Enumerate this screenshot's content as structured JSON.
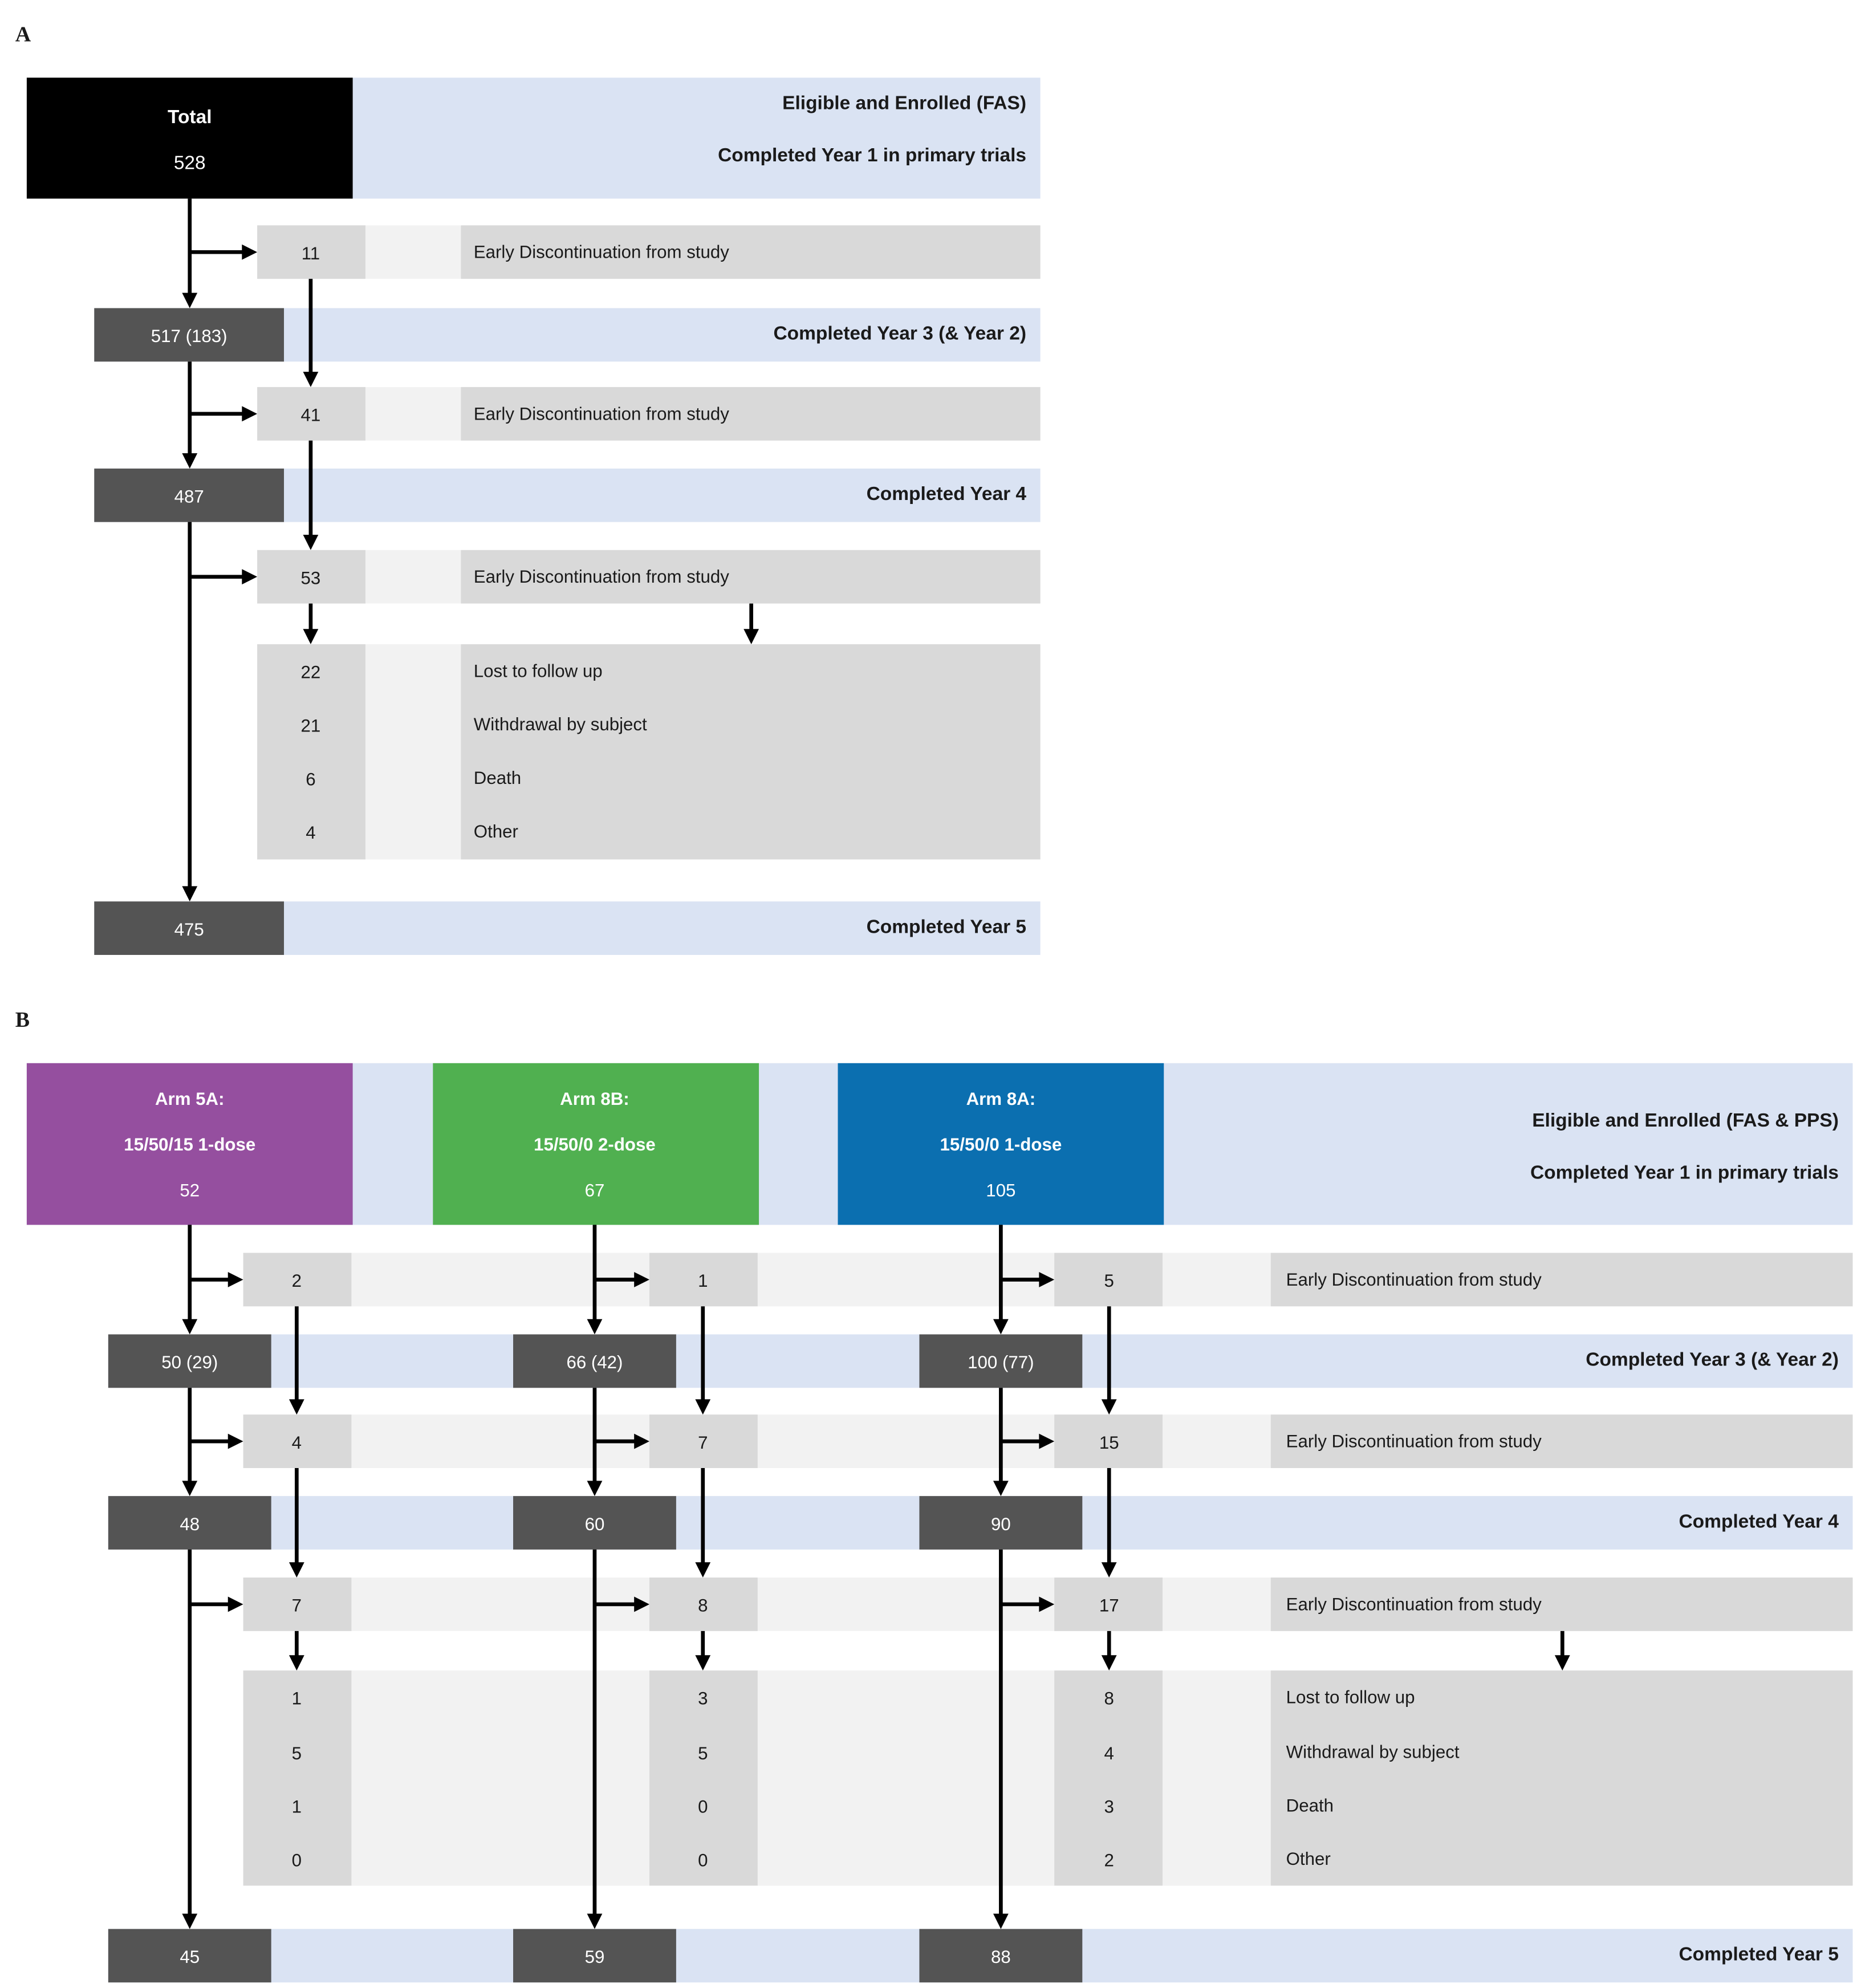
{
  "colors": {
    "black_box": "#000000",
    "dark_box": "#545454",
    "light_blue_band": "#dae3f3",
    "grey_box": "#d9d9d9",
    "light_grey_band": "#f2f2f2",
    "arm_5a": "#954f9f",
    "arm_8b": "#50b050",
    "arm_8a": "#0b6fb0",
    "text_dark": "#1a1a1a",
    "text_light": "#ffffff"
  },
  "icons": [
    "arrow-right-icon",
    "arrow-down-icon"
  ],
  "panel_a": {
    "label": "A",
    "total": {
      "title": "Total",
      "value": "528"
    },
    "header": {
      "line1": "Eligible and Enrolled (FAS)",
      "line2": "Completed Year 1 in primary trials"
    },
    "discontinuation_label": "Early Discontinuation from study",
    "stages": [
      {
        "count": "517 (183)",
        "label": "Completed Year 3 (& Year 2)",
        "disc": "11"
      },
      {
        "count": "487",
        "label": "Completed Year 4",
        "disc": "41"
      },
      {
        "count": "475",
        "label": "Completed Year 5",
        "disc": "53"
      }
    ],
    "reasons": [
      {
        "count": "22",
        "label": "Lost to follow up"
      },
      {
        "count": "21",
        "label": "Withdrawal by subject"
      },
      {
        "count": "6",
        "label": "Death"
      },
      {
        "count": "4",
        "label": "Other"
      }
    ]
  },
  "panel_b": {
    "label": "B",
    "header": {
      "line1": "Eligible and Enrolled (FAS & PPS)",
      "line2": "Completed Year 1 in primary trials"
    },
    "discontinuation_label": "Early Discontinuation from study",
    "stage_labels": [
      "Completed Year 3 (& Year 2)",
      "Completed Year 4",
      "Completed Year 5"
    ],
    "reason_labels": [
      "Lost to follow up",
      "Withdrawal by subject",
      "Death",
      "Other"
    ],
    "arms": [
      {
        "name": "Arm 5A:",
        "regimen": "15/50/15 1-dose",
        "total": "52",
        "color_key": "arm_5a",
        "stages": [
          "50 (29)",
          "48",
          "45"
        ],
        "disc": [
          "2",
          "4",
          "7"
        ],
        "reasons": [
          "1",
          "5",
          "1",
          "0"
        ]
      },
      {
        "name": "Arm 8B:",
        "regimen": "15/50/0 2-dose",
        "total": "67",
        "color_key": "arm_8b",
        "stages": [
          "66 (42)",
          "60",
          "59"
        ],
        "disc": [
          "1",
          "7",
          "8"
        ],
        "reasons": [
          "3",
          "5",
          "0",
          "0"
        ]
      },
      {
        "name": "Arm 8A:",
        "regimen": "15/50/0 1-dose",
        "total": "105",
        "color_key": "arm_8a",
        "stages": [
          "100 (77)",
          "90",
          "88"
        ],
        "disc": [
          "5",
          "15",
          "17"
        ],
        "reasons": [
          "8",
          "4",
          "3",
          "2"
        ]
      }
    ]
  }
}
